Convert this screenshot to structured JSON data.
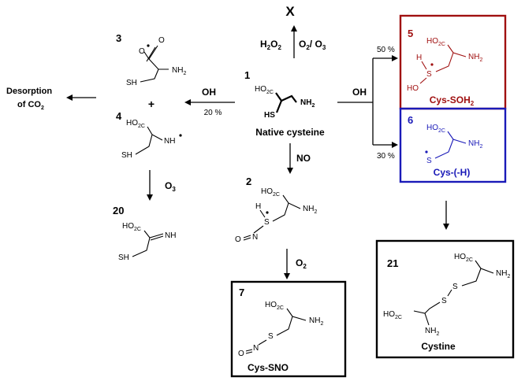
{
  "colors": {
    "black": "#000000",
    "red": "#a01010",
    "blue": "#1a1ab8"
  },
  "top_x": "X",
  "top_arrow": {
    "h2o2": "H",
    "h2o2_sub": "2",
    "o": "O",
    "o_sub": "2",
    "slash_o": "/ O",
    "o2_sub": "2",
    "slash_o3": "/ O",
    "o3_sub": "3"
  },
  "c1": {
    "num": "1",
    "co2h": "HO",
    "co2h_sub": "2C",
    "hs": "HS",
    "nh2": "NH",
    "nh2_sub": "2",
    "caption": "Native cysteine"
  },
  "c2": {
    "num": "2",
    "co2h": "HO",
    "co2h_sub": "2C",
    "h": "H",
    "s": "S",
    "o": "O",
    "n": "N",
    "nh2": "NH",
    "nh2_sub": "2"
  },
  "c3": {
    "num": "3",
    "o": "O",
    "nh2": "NH",
    "nh2_sub": "2",
    "sh": "SH"
  },
  "c4": {
    "num": "4",
    "co2h": "HO",
    "co2h_sub": "2C",
    "nh": "NH",
    "sh": "SH"
  },
  "c5": {
    "num": "5",
    "co2h": "HO",
    "co2h_sub": "2C",
    "nh2": "NH",
    "nh2_sub": "2",
    "h": "H",
    "s": "S",
    "ho": "HO",
    "caption": "Cys-SOH",
    "caption_sub": "2"
  },
  "c6": {
    "num": "6",
    "co2h": "HO",
    "co2h_sub": "2C",
    "nh2": "NH",
    "nh2_sub": "2",
    "s": "S",
    "caption": "Cys-(-H)"
  },
  "c7": {
    "num": "7",
    "co2h": "HO",
    "co2h_sub": "2C",
    "nh2": "NH",
    "nh2_sub": "2",
    "s": "S",
    "n": "N",
    "o": "O",
    "caption": "Cys-SNO"
  },
  "c20": {
    "num": "20",
    "co2h": "HO",
    "co2h_sub": "2C",
    "nh": "NH",
    "sh": "SH"
  },
  "c21": {
    "num": "21",
    "co2h_top": "HO",
    "co2h_top_sub": "2C",
    "nh2_top": "NH",
    "nh2_top_sub": "2",
    "s1": "S",
    "s2": "S",
    "co2h_bot": "HO",
    "co2h_bot_sub": "2C",
    "nh2_bot": "NH",
    "nh2_bot_sub": "2",
    "caption": "Cystine"
  },
  "plus": "+",
  "desorption": {
    "line1": "Desorption",
    "line2": "of CO",
    "line2_sub": "2"
  },
  "conditions": {
    "oh_left": "OH",
    "pct_left": "20 %",
    "oh_right": "OH",
    "pct_50": "50 %",
    "pct_30": "30 %",
    "no": "NO",
    "o3": "O",
    "o3_sub": "3",
    "o2": "O",
    "o2_sub": "2"
  }
}
